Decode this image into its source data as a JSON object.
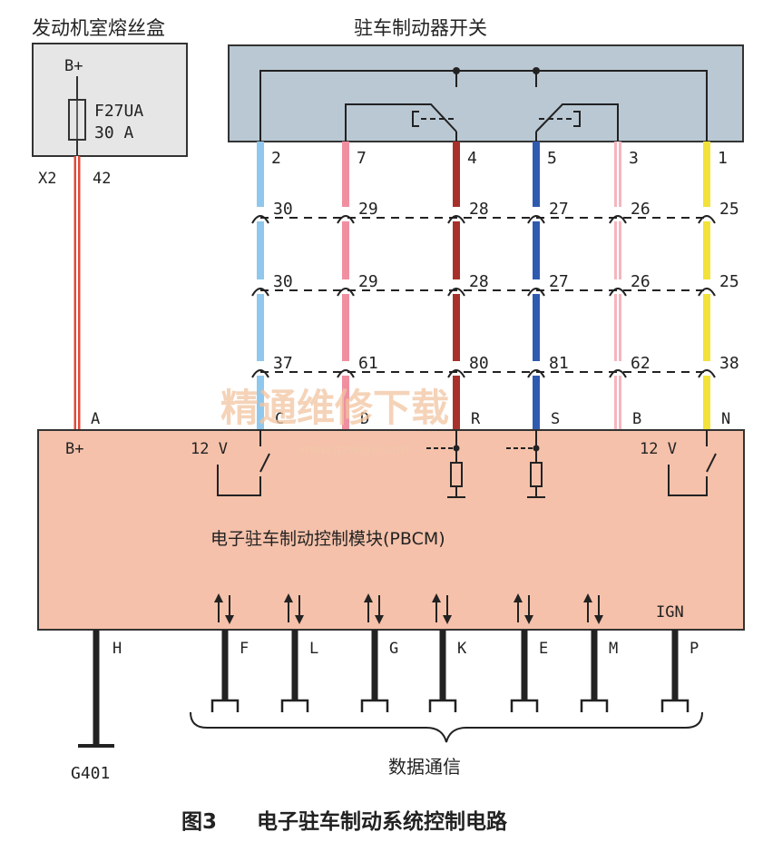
{
  "fuse_box": {
    "title": "发动机室熔丝盒",
    "supply": "B+",
    "fuse_name": "F27UA",
    "fuse_rating": "30 A",
    "connector": "X2",
    "pin": "42"
  },
  "switch": {
    "title": "驻车制动器开关",
    "pins": [
      "2",
      "7",
      "4",
      "5",
      "3",
      "1"
    ]
  },
  "wires": [
    {
      "color": "#8fc8ec",
      "switch_pin": "2",
      "c1": "30",
      "c2": "30",
      "c3": "37",
      "module_pin": "C"
    },
    {
      "color": "#ef8fa0",
      "switch_pin": "7",
      "c1": "29",
      "c2": "29",
      "c3": "61",
      "module_pin": "D"
    },
    {
      "color": "#a8302a",
      "switch_pin": "4",
      "c1": "28",
      "c2": "28",
      "c3": "80",
      "module_pin": "R"
    },
    {
      "color": "#2e5bb0",
      "switch_pin": "5",
      "c1": "27",
      "c2": "27",
      "c3": "81",
      "module_pin": "S"
    },
    {
      "color": "#f4b6be",
      "switch_pin": "3",
      "c1": "26",
      "c2": "26",
      "c3": "62",
      "module_pin": "B"
    },
    {
      "color": "#f2e23a",
      "switch_pin": "1",
      "c1": "25",
      "c2": "25",
      "c3": "38",
      "module_pin": "N"
    }
  ],
  "module": {
    "name": "电子驻车制动控制模块(PBCM)",
    "supply_pin": "A",
    "supply_label": "B+",
    "left_voltage": "12 V",
    "right_voltage": "12 V",
    "ign_label": "IGN",
    "ground_pin": "H",
    "ground_name": "G401",
    "bottom_pins": [
      "F",
      "L",
      "G",
      "K",
      "E",
      "M",
      "P"
    ]
  },
  "data_comm_label": "数据通信",
  "caption": {
    "number": "图3",
    "text": "电子驻车制动系统控制电路"
  },
  "watermark": {
    "title": "精通维修下载",
    "url": "www.gzweix.com"
  }
}
